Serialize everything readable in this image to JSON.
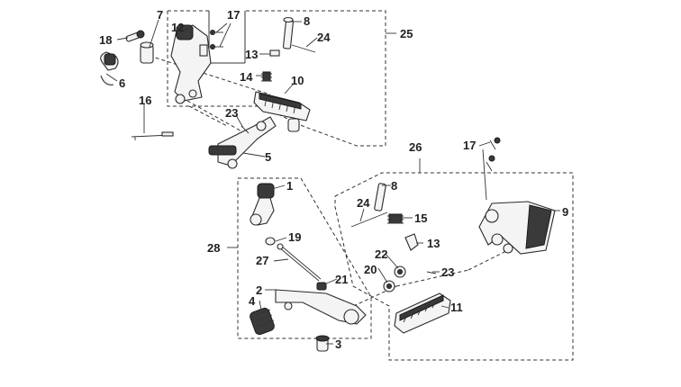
{
  "callouts": {
    "c1": "1",
    "c2": "2",
    "c3": "3",
    "c4": "4",
    "c5": "5",
    "c6": "6",
    "c7": "7",
    "c8a": "8",
    "c8b": "8",
    "c9": "9",
    "c10": "10",
    "c11": "11",
    "c12": "12",
    "c13a": "13",
    "c13b": "13",
    "c14": "14",
    "c15": "15",
    "c16": "16",
    "c17a": "17",
    "c17b": "17",
    "c18": "18",
    "c19": "19",
    "c20": "20",
    "c21": "21",
    "c22": "22",
    "c23a": "23",
    "c23b": "23",
    "c24a": "24",
    "c24b": "24",
    "c25": "25",
    "c26": "26",
    "c27": "27",
    "c28": "28"
  }
}
